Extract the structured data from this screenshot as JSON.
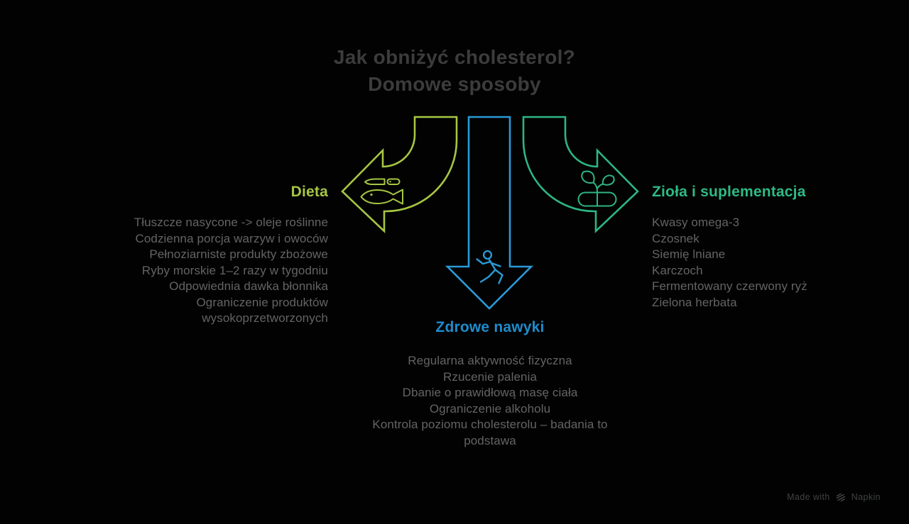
{
  "title": {
    "line1": "Jak obniżyć cholesterol?",
    "line2": "Domowe sposoby"
  },
  "sections": {
    "dieta": {
      "heading": "Dieta",
      "color": "#a6c643",
      "icon": "fish-and-knife-icon",
      "items": [
        "Tłuszcze nasycone -> oleje roślinne",
        "Codzienna porcja warzyw i owoców",
        "Pełnoziarniste produkty zbożowe",
        "Ryby morskie 1–2 razy w tygodniu",
        "Odpowiednia dawka błonnika",
        "Ograniczenie produktów wysokoprzetworzonych"
      ]
    },
    "nawyki": {
      "heading": "Zdrowe nawyki",
      "color": "#1f8ccc",
      "icon": "runner-icon",
      "items": [
        "Regularna aktywność fizyczna",
        "Rzucenie palenia",
        "Dbanie o prawidłową masę ciała",
        "Ograniczenie alkoholu",
        "Kontrola poziomu cholesterolu – badania to podstawa"
      ]
    },
    "ziola": {
      "heading": "Zioła i suplementacja",
      "color": "#2eba85",
      "icon": "sprout-capsule-icon",
      "items": [
        "Kwasy omega-3",
        "Czosnek",
        "Siemię lniane",
        "Karczoch",
        "Fermentowany czerwony ryż",
        "Zielona herbata"
      ]
    }
  },
  "credit": {
    "made_with": "Made with",
    "brand": "Napkin"
  },
  "colors": {
    "background": "#020202",
    "title_text": "#3c3c3c",
    "body_text": "#646464",
    "dieta_accent": "#a6c643",
    "nawyki_accent": "#2a9ad6",
    "ziola_accent": "#2eb583",
    "credit_text": "#3f4245"
  }
}
